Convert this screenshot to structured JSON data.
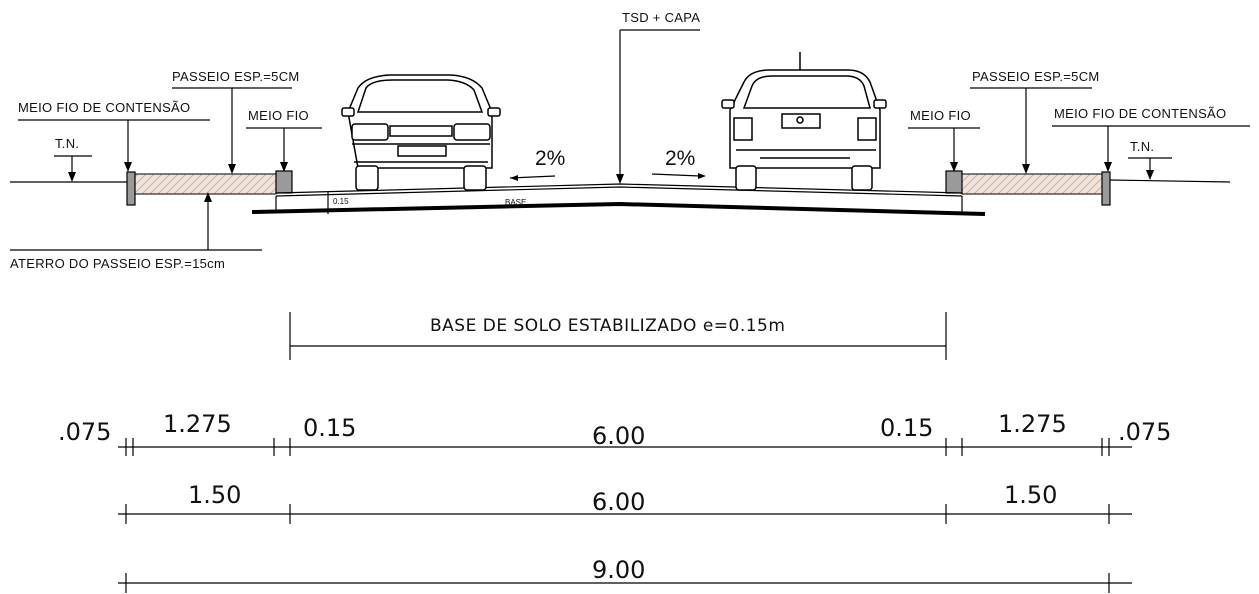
{
  "labels": {
    "tsd_capa": "TSD + CAPA",
    "passeio_left": "PASSEIO ESP.=5CM",
    "passeio_right": "PASSEIO ESP.=5CM",
    "meio_fio_contensao_left": "MEIO FIO DE CONTENSÃO",
    "meio_fio_contensao_right": "MEIO FIO DE CONTENSÃO",
    "meio_fio_left": "MEIO FIO",
    "meio_fio_right": "MEIO FIO",
    "tn_left": "T.N.",
    "tn_right": "T.N.",
    "slope_left": "2%",
    "slope_right": "2%",
    "aterro": "ATERRO DO PASSEIO ESP.=15cm",
    "base_thickness": "0.15",
    "base_tag": "BASE",
    "base_title": "BASE DE SOLO ESTABILIZADO e=0.15m"
  },
  "dimensions": {
    "row1": [
      ".075",
      "1.275",
      "0.15",
      "6.00",
      "0.15",
      "1.275",
      ".075"
    ],
    "row2": [
      "1.50",
      "6.00",
      "1.50"
    ],
    "row3": [
      "9.00"
    ]
  },
  "colors": {
    "line": "#000000",
    "fill_hatch": "#e9ddd4",
    "curb": "#9a9a9a"
  }
}
